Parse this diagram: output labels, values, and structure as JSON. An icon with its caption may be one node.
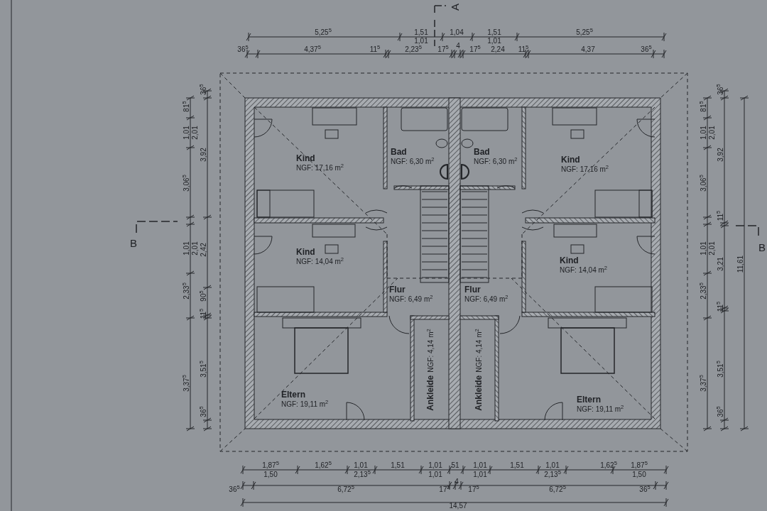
{
  "diagram": {
    "nodes": [
      {
        "text": [
          "Kind",
          "NGF: 17,16 m$^{2}$"
        ]
      },
      {
        "text": [
          "Bad",
          "NGF: 6,30 m$^{2}$"
        ]
      },
      {
        "text": [
          "Bad",
          "NGF: 6,30 m$^{2}$"
        ]
      },
      {
        "text": [
          "Kind",
          "NGF: 17,16 m$^{2}$"
        ]
      },
      {
        "text": [
          "Kind",
          "NGF: 14,04 m$^{2}$"
        ]
      },
      {
        "text": [
          "Kind",
          "NGF: 14,04 m$^{2}$"
        ]
      },
      {
        "text": [
          "Flur",
          "NGF: 6,49 m$^{2}$"
        ]
      },
      {
        "text": [
          "Flur",
          "NGF: 6,49 m$^{2}$"
        ]
      },
      {
        "text": [
          "Ankleide",
          "NGF: 4,14 m$^{2}$"
        ]
      },
      {
        "text": [
          "Ankleide",
          "NGF: 4,14 m$^{2}$"
        ]
      },
      {
        "text": [
          "Eltern",
          "NGF: 19,11 m$^{2}$"
        ]
      },
      {
        "text": [
          "Eltern",
          "NGF: 19,11 m$^{2}$"
        ]
      }
    ],
    "labels": [
      "A",
      "5,25$^{5}$",
      "1,51",
      "1,04",
      "1,51",
      "5,25$^{5}$",
      "1,01",
      "4",
      "1,01",
      "36$^{5}$",
      "4,37$^{5}$",
      "11$^{5}$",
      "2,23$^{5}$",
      "17$^{5}$",
      "17$^{5}$",
      "2,24",
      "11$^{5}$",
      "4,37",
      "36$^{5}$",
      "B",
      "B",
      "81$^{5}$",
      "1,01",
      "2,01",
      "3,06$^{5}$",
      "1,01",
      "2,01",
      "2,33$^{5}$",
      "3,37$^{5}$",
      "36$^{5}$",
      "3,92",
      "2,42",
      "90$^{5}$",
      "11$^{5}$",
      "3,51$^{5}$",
      "36$^{5}$",
      "81$^{5}$",
      "1,01",
      "2,01",
      "3,06$^{5}$",
      "1,01",
      "2,01",
      "2,33$^{5}$",
      "3,37$^{5}$",
      "36$^{5}$",
      "3,92",
      "11$^{5}$",
      "3,21",
      "11$^{5}$",
      "3,51$^{5}$",
      "36$^{5}$",
      "11,61",
      "1,87$^{5}$",
      "1,62$^{5}$",
      "1,01",
      "1,51",
      "1,01",
      "51",
      "1,01",
      "1,51",
      "1,01",
      "1,62$^{5}$",
      "1,87$^{5}$",
      "1,50",
      "2,13$^{5}$",
      "1,01",
      "4",
      "1,01",
      "2,13$^{5}$",
      "1,50",
      "36$^{5}$",
      "6,72$^{5}$",
      "17$^{5}$",
      "17$^{5}$",
      "6,72$^{5}$",
      "36$^{5}$",
      "14,57"
    ]
  }
}
